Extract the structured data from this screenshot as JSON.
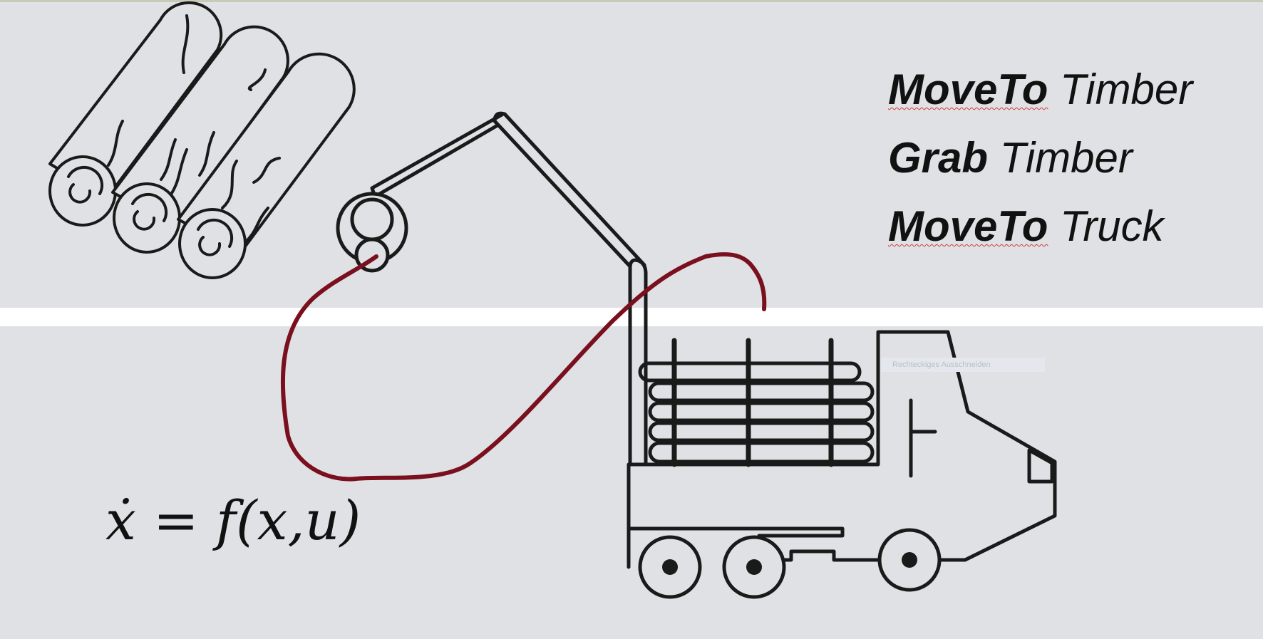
{
  "commands": [
    {
      "keyword": "MoveTo",
      "argument": "Timber"
    },
    {
      "keyword": "Grab",
      "argument": "Timber"
    },
    {
      "keyword": "MoveTo",
      "argument": "Truck"
    }
  ],
  "equation": "ẋ = f(x,u)",
  "tooltip": "Rechteckiges Ausschneiden",
  "colors": {
    "background": "#dfe1e4",
    "divider": "#ffffff",
    "outline": "#1a1a1a",
    "trajectory": "#7a0f1e"
  },
  "icons": [
    "log-pile-icon",
    "crane-arm-icon",
    "grapple-icon",
    "trajectory-curve",
    "truck-icon"
  ]
}
